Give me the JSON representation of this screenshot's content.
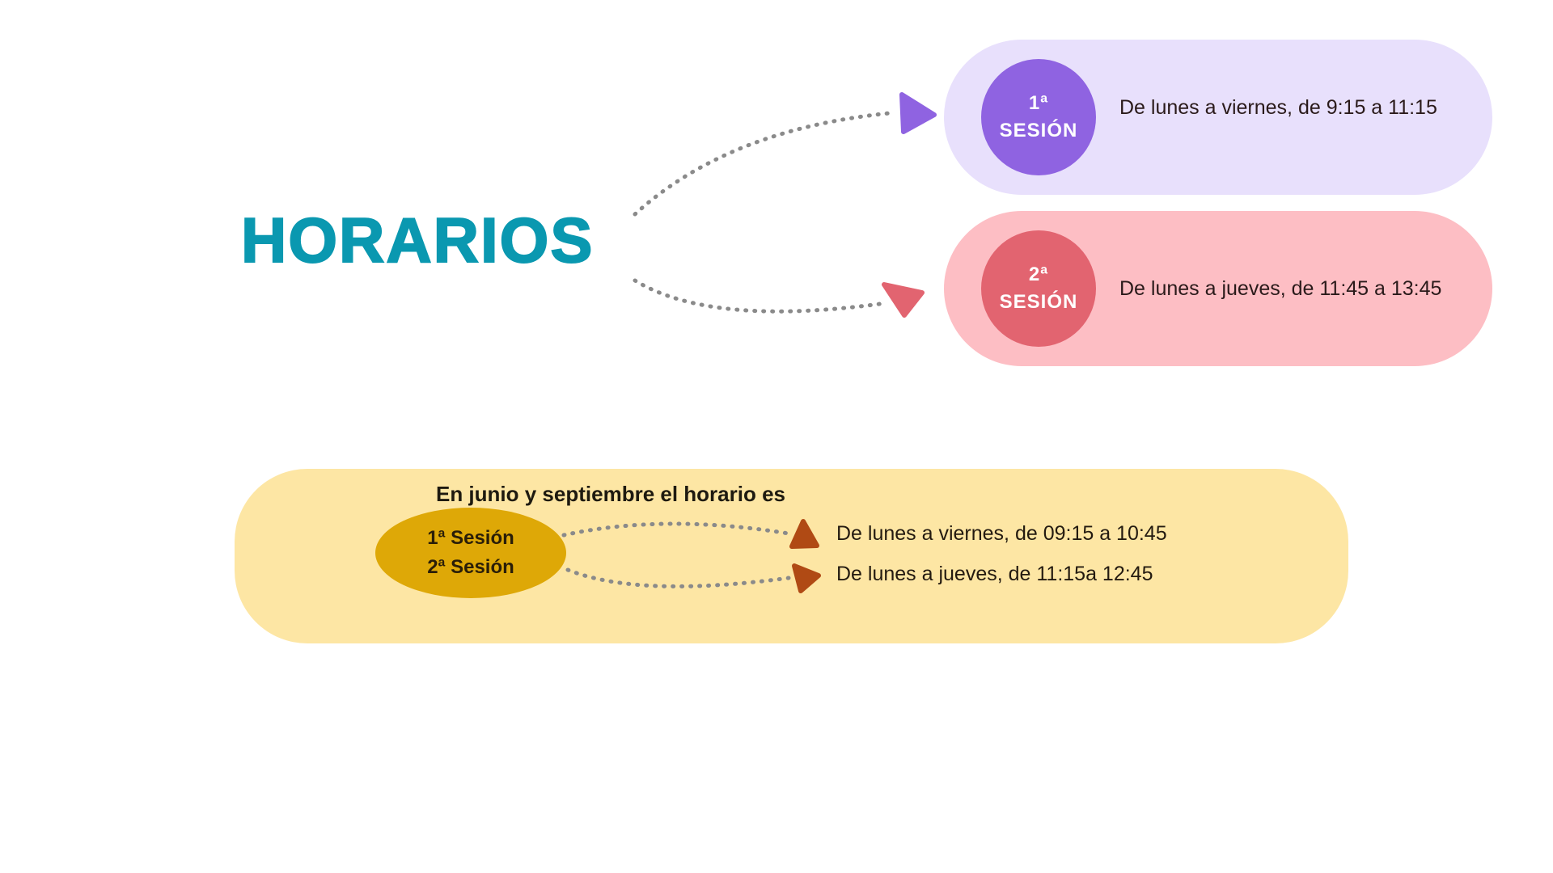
{
  "title": "HORARIOS",
  "sessions": [
    {
      "badge_number": "1ª",
      "badge_label": "SESIÓN",
      "schedule": "De lunes a viernes, de  9:15 a 11:15",
      "color": "#8f63e1",
      "bg": "#e8e0fc"
    },
    {
      "badge_number": "2ª",
      "badge_label": "SESIÓN",
      "schedule": "De lunes a jueves, de  11:45 a 13:45",
      "color": "#e26470",
      "bg": "#fdbec4"
    }
  ],
  "special": {
    "heading": "En junio y septiembre el horario es",
    "session1": "1ª Sesión",
    "session2": "2ª Sesión",
    "line1": "De lunes a viernes, de  09:15 a 10:45",
    "line2": "De lunes a jueves, de  11:15a 12:45",
    "accent": "#b04a14"
  }
}
